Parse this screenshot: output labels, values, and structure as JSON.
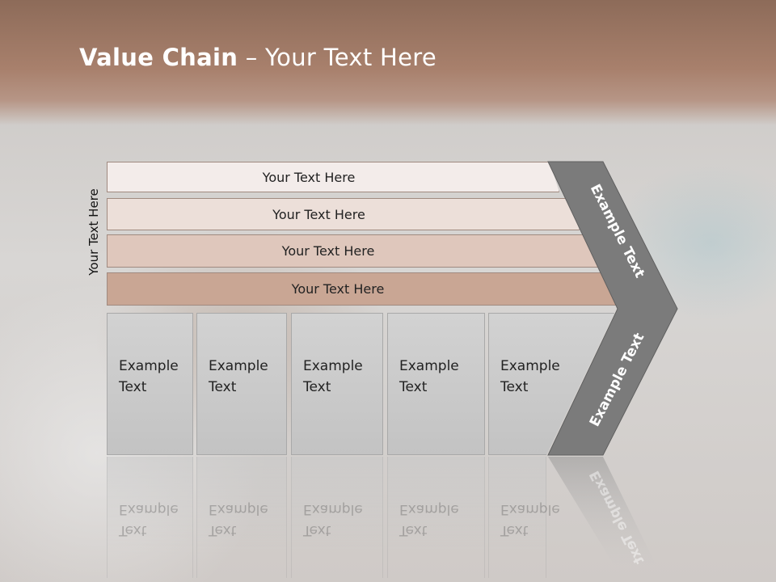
{
  "title": {
    "bold": "Value Chain",
    "rest": " – Your Text Here"
  },
  "side_label": "Your Text Here",
  "rows": [
    {
      "label": "Your Text Here",
      "color": "#f3ecea"
    },
    {
      "label": "Your Text Here",
      "color": "#ecdfd9"
    },
    {
      "label": "Your Text Here",
      "color": "#dfc7bc"
    },
    {
      "label": "Your Text Here",
      "color": "#c9a694"
    }
  ],
  "columns": [
    {
      "line1": "Example",
      "line2": "Text"
    },
    {
      "line1": "Example",
      "line2": "Text"
    },
    {
      "line1": "Example",
      "line2": "Text"
    },
    {
      "line1": "Example",
      "line2": "Text"
    },
    {
      "line1": "Example",
      "line2": "Text"
    }
  ],
  "chevron": {
    "upper_label": "Example Text",
    "lower_label": "Example Text",
    "color": "#7b7b7b"
  }
}
